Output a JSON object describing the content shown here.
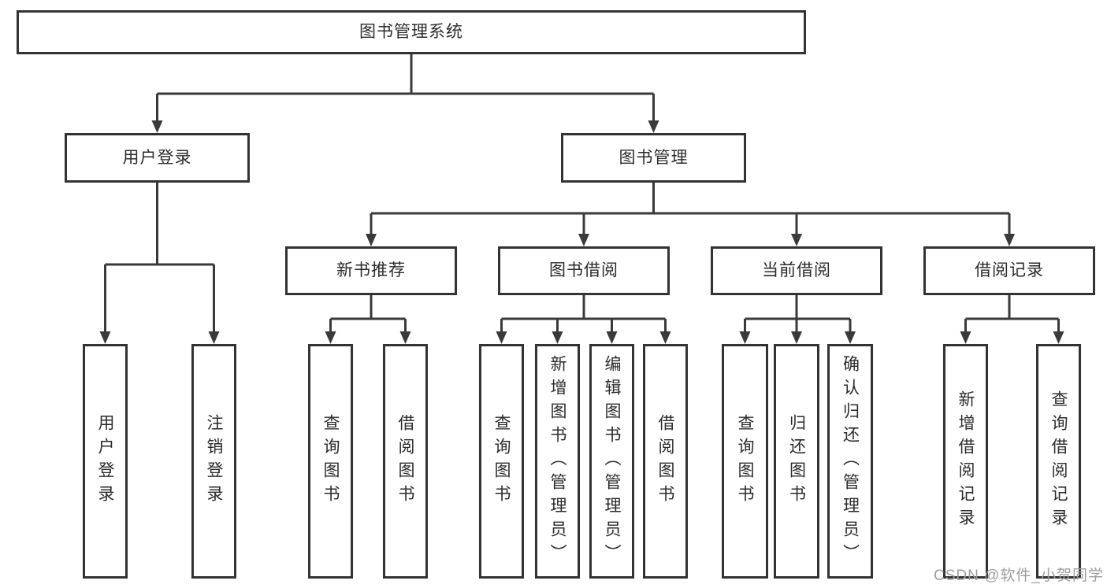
{
  "diagram": {
    "watermark": "CSDN @软件_小贺同学",
    "colors": {
      "line": "#3a3a3a",
      "box_border": "#333333",
      "box_fill": "#ffffff",
      "text": "#2b2b2b",
      "watermark": "#9e9e9e"
    },
    "nodes": [
      {
        "id": "root",
        "label": "图书管理系统",
        "vertical": false
      },
      {
        "id": "login",
        "label": "用户登录",
        "vertical": false
      },
      {
        "id": "book-mgmt",
        "label": "图书管理",
        "vertical": false
      },
      {
        "id": "new-book-rec",
        "label": "新书推荐",
        "vertical": false
      },
      {
        "id": "book-borrow",
        "label": "图书借阅",
        "vertical": false
      },
      {
        "id": "current-borrow",
        "label": "当前借阅",
        "vertical": false
      },
      {
        "id": "borrow-records",
        "label": "借阅记录",
        "vertical": false
      },
      {
        "id": "user-login",
        "label": "用户登录",
        "vertical": true
      },
      {
        "id": "logout",
        "label": "注销登录",
        "vertical": true
      },
      {
        "id": "nbr-query",
        "label": "查询图书",
        "vertical": true
      },
      {
        "id": "nbr-borrow",
        "label": "借阅图书",
        "vertical": true
      },
      {
        "id": "bb-query",
        "label": "查询图书",
        "vertical": true
      },
      {
        "id": "bb-add",
        "label": "新增图书（管理员）",
        "vertical": true
      },
      {
        "id": "bb-edit",
        "label": "编辑图书（管理员）",
        "vertical": true
      },
      {
        "id": "bb-borrow",
        "label": "借阅图书",
        "vertical": true
      },
      {
        "id": "cb-query",
        "label": "查询图书",
        "vertical": true
      },
      {
        "id": "cb-return",
        "label": "归还图书",
        "vertical": true
      },
      {
        "id": "cb-confirm",
        "label": "确认归还（管理员）",
        "vertical": true
      },
      {
        "id": "br-add",
        "label": "新增借阅记录",
        "vertical": true
      },
      {
        "id": "br-query",
        "label": "查询借阅记录",
        "vertical": true
      }
    ],
    "hierarchy": {
      "root": [
        "login",
        "book-mgmt"
      ],
      "login": [
        "user-login",
        "logout"
      ],
      "book-mgmt": [
        "new-book-rec",
        "book-borrow",
        "current-borrow",
        "borrow-records"
      ],
      "new-book-rec": [
        "nbr-query",
        "nbr-borrow"
      ],
      "book-borrow": [
        "bb-query",
        "bb-add",
        "bb-edit",
        "bb-borrow"
      ],
      "current-borrow": [
        "cb-query",
        "cb-return",
        "cb-confirm"
      ],
      "borrow-records": [
        "br-add",
        "br-query"
      ]
    }
  }
}
